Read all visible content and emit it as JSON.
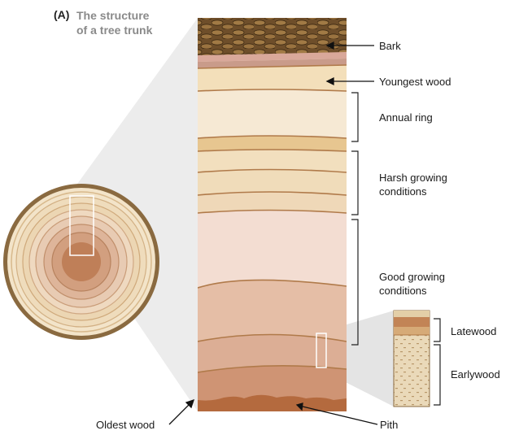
{
  "panel": {
    "letter": "(A)",
    "title_line1": "The structure",
    "title_line2": "of a tree trunk"
  },
  "labels": {
    "bark": "Bark",
    "youngest_wood": "Youngest wood",
    "annual_ring": "Annual ring",
    "harsh_line1": "Harsh growing",
    "harsh_line2": "conditions",
    "good_line1": "Good growing",
    "good_line2": "conditions",
    "latewood": "Latewood",
    "earlywood": "Earlywood",
    "oldest_wood": "Oldest wood",
    "pith": "Pith"
  },
  "colors": {
    "bark": "#7a5a32",
    "ring_line": "#b07a4a",
    "pith": "#b8734a",
    "callout_gray": "#e6e6e6",
    "text_title": "#8a8a8a"
  }
}
